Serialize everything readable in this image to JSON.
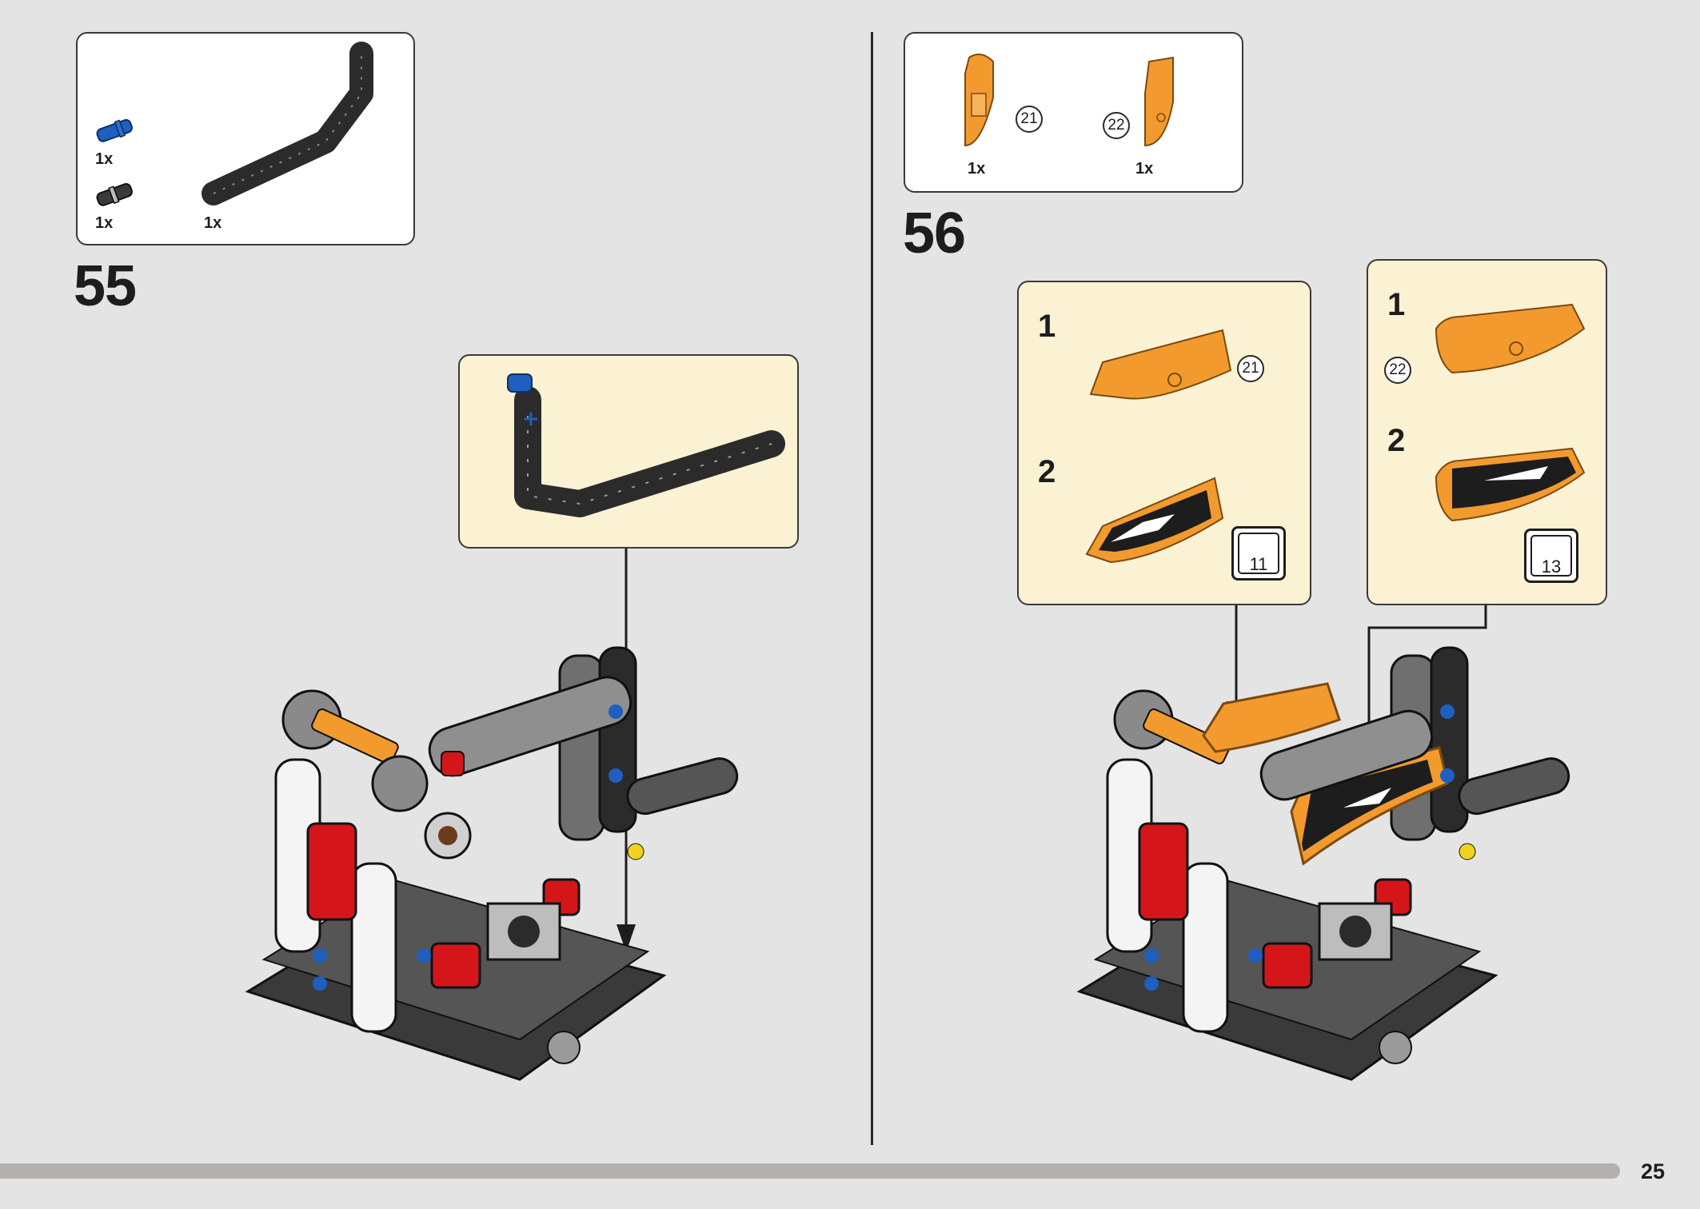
{
  "page": {
    "number": "25"
  },
  "steps": [
    {
      "number": "55",
      "parts": [
        {
          "name": "blue-axle-pin",
          "qty": "1x",
          "color": "#1f5fbf"
        },
        {
          "name": "black-pin-connector",
          "qty": "1x",
          "color": "#3a3a3a"
        },
        {
          "name": "black-bent-liftarm",
          "qty": "1x",
          "color": "#2b2b2b"
        }
      ]
    },
    {
      "number": "56",
      "parts": [
        {
          "name": "orange-panel-21",
          "qty": "1x",
          "ref": "21",
          "color": "#f39a2e"
        },
        {
          "name": "orange-panel-22",
          "qty": "1x",
          "ref": "22",
          "color": "#f39a2e"
        }
      ],
      "callouts": [
        {
          "substeps": [
            {
              "label": "1",
              "ref": "21"
            },
            {
              "label": "2",
              "sticker": "11"
            }
          ]
        },
        {
          "substeps": [
            {
              "label": "1",
              "ref": "22"
            },
            {
              "label": "2",
              "sticker": "13"
            }
          ]
        }
      ]
    }
  ],
  "colors": {
    "background": "#e4e4e4",
    "callout": "#fbf1d3",
    "orange": "#f39a2e",
    "dark": "#2b2b2b",
    "red": "#d4161b",
    "blue": "#1f5fbf"
  }
}
